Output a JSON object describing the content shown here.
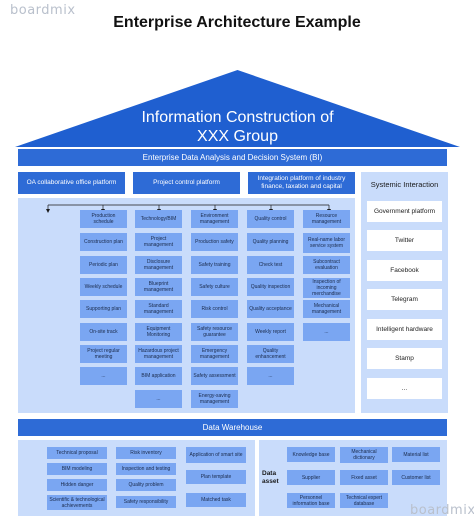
{
  "brand": "boardmix",
  "title": "Enterprise Architecture Example",
  "roof": {
    "line1": "Information Construction of",
    "line2": "XXX Group",
    "color": "#1f5fd0"
  },
  "bi_bar": "Enterprise Data Analysis and Decision System (BI)",
  "platforms": [
    "OA collaborative office platform",
    "Project control platform",
    "Integration platform of industry finance, taxation and capital"
  ],
  "columns": [
    [
      "Production schedule",
      "Construction plan",
      "Periodic plan",
      "Weekly schedule",
      "Supporting plan",
      "On-site track",
      "Project regular meeting",
      "..."
    ],
    [
      "Technology/BIM",
      "Project management",
      "Disclosure management",
      "Blueprint management",
      "Standard management",
      "Equipment Monitoring",
      "Hazardous project management",
      "BIM application",
      "..."
    ],
    [
      "Environment management",
      "Production safety",
      "Safety training",
      "Safety culture",
      "Risk control",
      "Safety resource guarantee",
      "Emergency management",
      "Safety assessment",
      "Energy-saving management"
    ],
    [
      "Quality control",
      "Quality planning",
      "Check test",
      "Quality inspection",
      "Quality acceptance",
      "Weekly report",
      "Quality enhancement",
      "..."
    ],
    [
      "Resource management",
      "Real-name labor service system",
      "Subcontract evaluation",
      "Inspection of incoming merchandise",
      "Mechanical management",
      "..."
    ]
  ],
  "systemic": {
    "title": "Systemic Interaction",
    "items": [
      "Government platform",
      "Twitter",
      "Facebook",
      "Telegram",
      "Intelligent hardware",
      "Stamp",
      "..."
    ]
  },
  "data_warehouse": {
    "title": "Data Warehouse",
    "left_col1": [
      "Technical proposal",
      "BIM modeling",
      "Hidden danger",
      "Scientific & technological achievements"
    ],
    "left_col2": [
      "Risk inventory",
      "Inspection and testing",
      "Quality problem",
      "Safety responsibility"
    ],
    "left_col3": [
      "Application of smart site",
      "Plan template",
      "Matched task"
    ],
    "asset_label": "Data asset",
    "right_col1": [
      "Knowledge base",
      "Supplier",
      "Personnel information base"
    ],
    "right_col2": [
      "Mechanical dictionary",
      "Fixed asset",
      "Technical expert database"
    ],
    "right_col3": [
      "Material list",
      "Customer list"
    ]
  }
}
